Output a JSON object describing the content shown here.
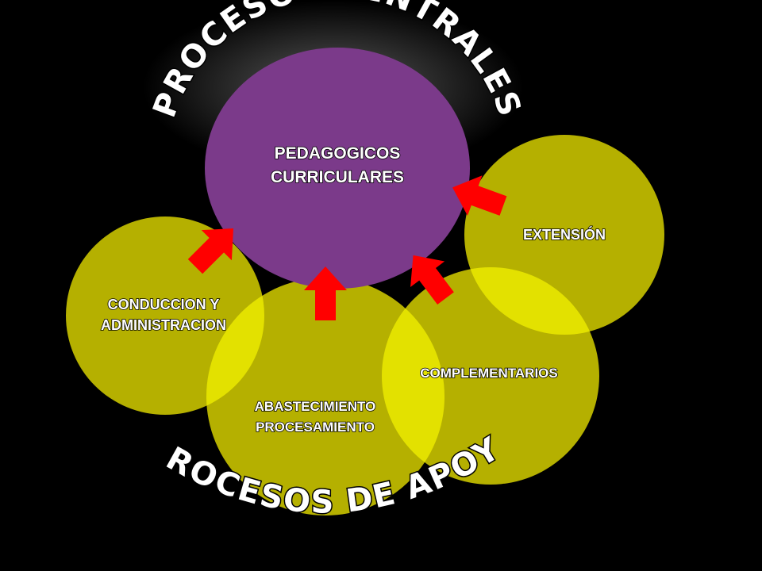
{
  "title_top": "PROCESOS CENTRALES",
  "title_bottom": "PROCESOS DE APOYO",
  "nodes": {
    "pedagogicos": {
      "line1": "PEDAGOGICOS",
      "line2": "CURRICULARES"
    },
    "extension": {
      "label": "EXTENSIÓN"
    },
    "conduccion": {
      "line1": "CONDUCCION Y",
      "line2": "ADMINISTRACION"
    },
    "abastecimiento": {
      "line1": "ABASTECIMIENTO",
      "line2": "PROCESAMIENTO"
    },
    "complementarios": {
      "label": "COMPLEMENTARIOS"
    }
  },
  "colors": {
    "background": "#000000",
    "central_circle": "#7b3a8a",
    "support_circle": "#b5b000",
    "overlap": "#e3e100",
    "arrow": "#ff0000",
    "text": "#ffffff"
  },
  "arrows": [
    {
      "name": "arrow-conduccion-to-pedagogicos",
      "direction": "up-right"
    },
    {
      "name": "arrow-abastecimiento-to-pedagogicos",
      "direction": "up"
    },
    {
      "name": "arrow-complementarios-to-pedagogicos",
      "direction": "up-left"
    },
    {
      "name": "arrow-extension-to-pedagogicos",
      "direction": "left"
    }
  ]
}
